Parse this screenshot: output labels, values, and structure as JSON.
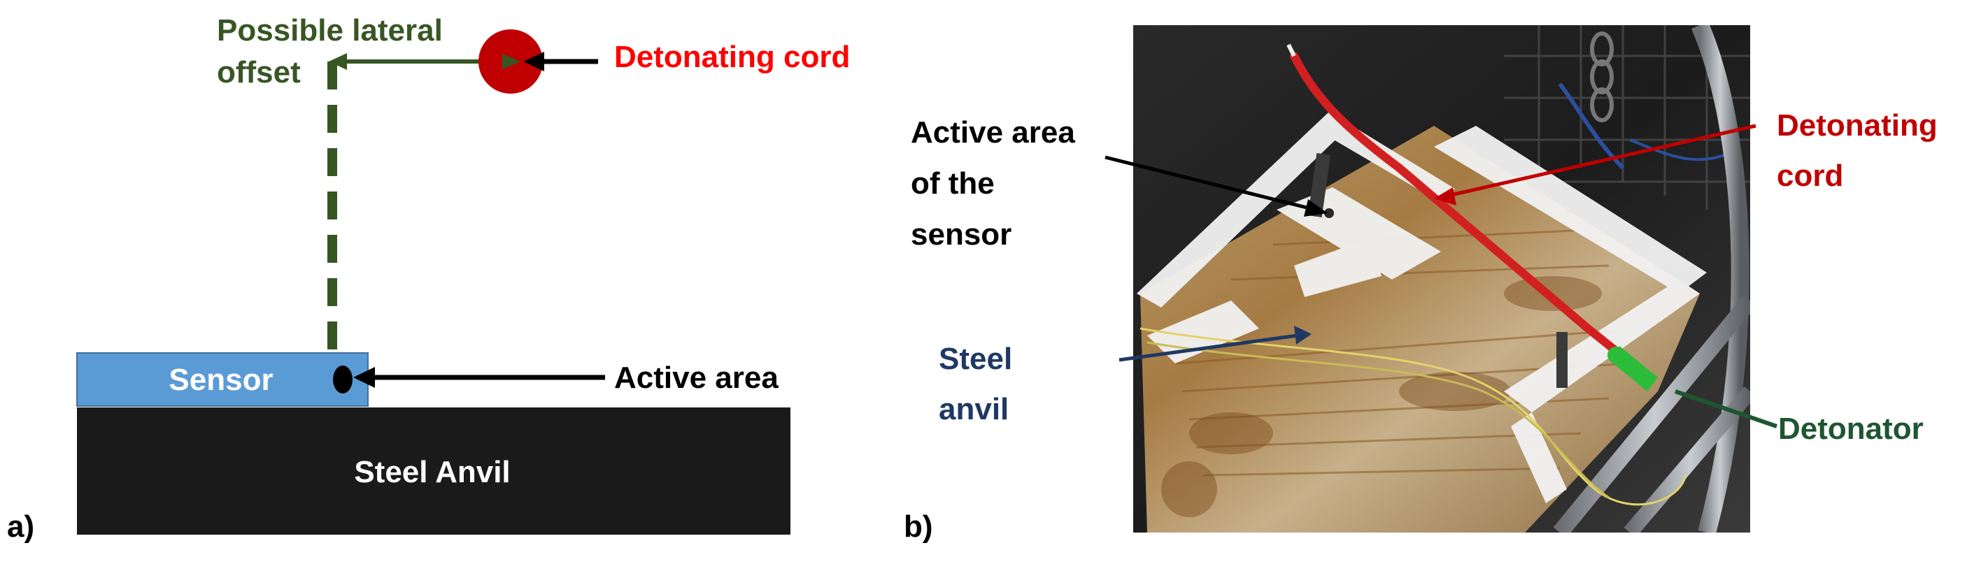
{
  "panel_a": {
    "panel_label": "a)",
    "lateral_offset_label_line1": "Possible lateral",
    "lateral_offset_label_line2": "offset",
    "detonating_cord_label": "Detonating cord",
    "sensor_label": "Sensor",
    "active_area_label": "Active area",
    "anvil_label": "Steel Anvil",
    "colors": {
      "lateral_offset": "#375623",
      "detonating_cord": "#ff0000",
      "cord_fill": "#c00000",
      "sensor_fill": "#5b9bd5",
      "anvil_fill": "#1a1a1a",
      "arrow": "#000000"
    }
  },
  "panel_b": {
    "panel_label": "b)",
    "active_area_line1": "Active area",
    "active_area_line2": "of the",
    "active_area_line3": "sensor",
    "steel_anvil_line1": "Steel",
    "steel_anvil_line2": "anvil",
    "detonating_cord_line1": "Detonating",
    "detonating_cord_line2": "cord",
    "detonator_label": "Detonator",
    "colors": {
      "active_area": "#000000",
      "steel_anvil": "#1f3864",
      "detonating_cord": "#c00000",
      "detonator": "#1e5631"
    }
  }
}
